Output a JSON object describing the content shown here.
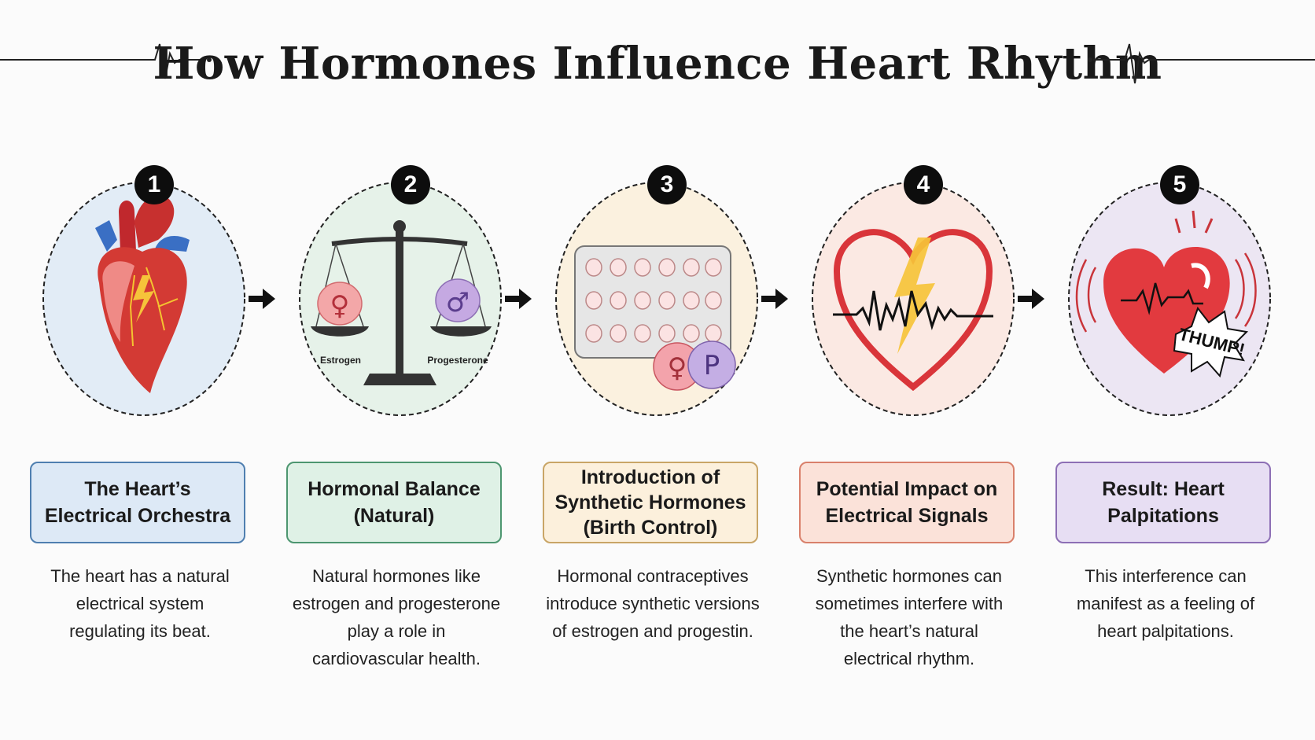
{
  "title": "How Hormones Influence Heart Rhythm",
  "steps": [
    {
      "number": "1",
      "heading": "The Heart’s\nElectrical Orchestra",
      "description": "The heart has a natural\nelectrical system\nregulating its beat.",
      "circle_color": "#e2ecf6",
      "box_color": "#dde9f6",
      "border_color": "#4f7fb0",
      "icon": "anatomical-heart-icon"
    },
    {
      "number": "2",
      "heading": "Hormonal Balance\n(Natural)",
      "description": "Natural hormones like\nestrogen and progesterone\nplay a role in\ncardiovascular health.",
      "circle_color": "#e6f2e9",
      "box_color": "#dff1e6",
      "border_color": "#4d9670",
      "icon": "balance-scale-icon",
      "scale_left": "Estrogen",
      "scale_right": "Progesterone"
    },
    {
      "number": "3",
      "heading": "Introduction of\nSynthetic Hormones\n(Birth Control)",
      "description": "Hormonal contraceptives\nintroduce synthetic versions\nof estrogen and progestin.",
      "circle_color": "#fbf1df",
      "box_color": "#fcf0dc",
      "border_color": "#c9a566",
      "icon": "pill-pack-icon",
      "pill_badge": "P"
    },
    {
      "number": "4",
      "heading": "Potential Impact on\nElectrical Signals",
      "description": "Synthetic hormones can\nsometimes interfere with\nthe heart’s natural\nelectrical rhythm.",
      "circle_color": "#fbe9e3",
      "box_color": "#fbe2d9",
      "border_color": "#d9806b",
      "icon": "heart-ecg-lightning-icon"
    },
    {
      "number": "5",
      "heading": "Result: Heart\nPalpitations",
      "description": "This interference can\nmanifest as a feeling of\nheart palpitations.",
      "circle_color": "#ece6f3",
      "box_color": "#e7def3",
      "border_color": "#8d6fb5",
      "icon": "pounding-heart-icon",
      "burst_text": "THUMP!"
    }
  ],
  "arrow_icon": "right-arrow-icon",
  "divider_icon": "heartbeat-line-icon"
}
